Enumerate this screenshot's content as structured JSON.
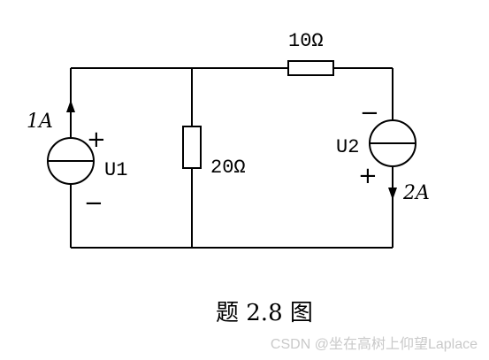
{
  "diagram": {
    "resistor_top_label": "10Ω",
    "resistor_mid_label": "20Ω",
    "left_source": {
      "current_label": "1A",
      "voltage_label": "U1",
      "plus": "+",
      "minus": "−"
    },
    "right_source": {
      "current_label": "2A",
      "voltage_label": "U2",
      "plus": "+",
      "minus": "−"
    }
  },
  "caption": "题 2.8 图",
  "watermark": "CSDN @坐在高树上仰望Laplace"
}
